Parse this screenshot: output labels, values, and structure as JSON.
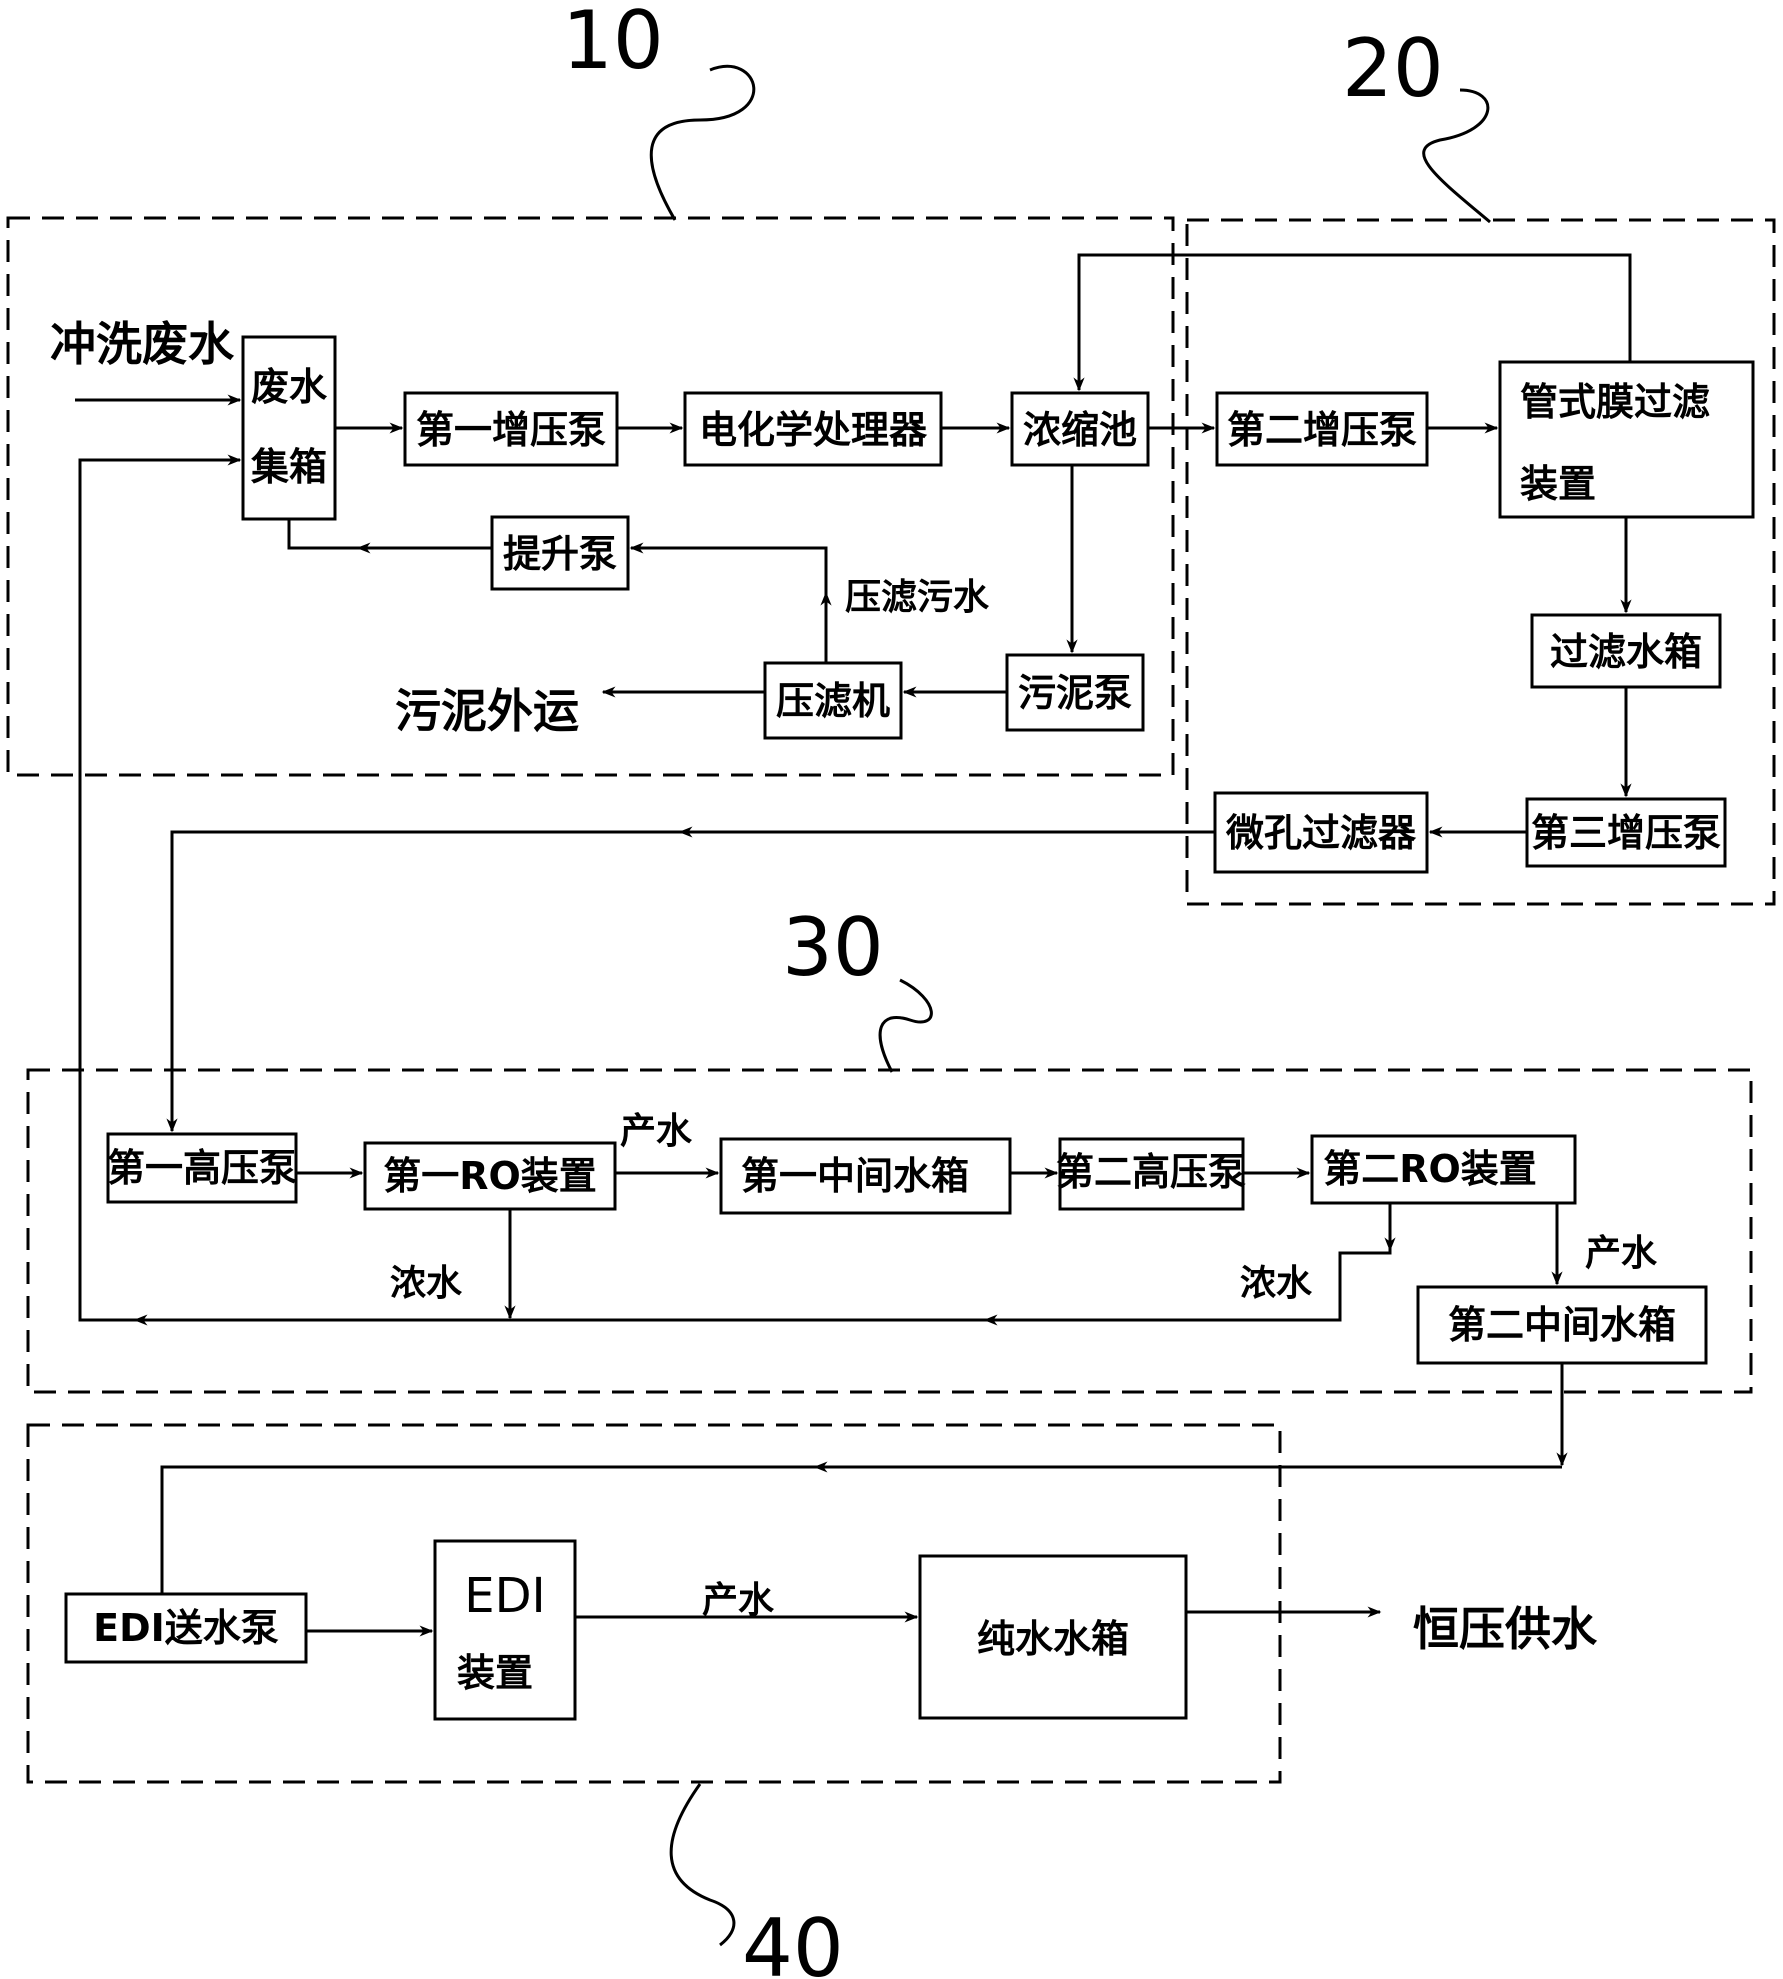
{
  "zones": {
    "z10": "10",
    "z20": "20",
    "z30": "30",
    "z40": "40"
  },
  "nodes": {
    "waste_box_1": "废水",
    "waste_box_2": "集箱",
    "pump1": "第一增压泵",
    "electro": "电化学处理器",
    "conc_tank": "浓缩池",
    "lift_pump": "提升泵",
    "sludge_pump": "污泥泵",
    "filter_press": "压滤机",
    "pump2": "第二增压泵",
    "tube_membrane_1": "管式膜过滤",
    "tube_membrane_2": "装置",
    "filter_tank": "过滤水箱",
    "pump3": "第三增压泵",
    "microfilter": "微孔过滤器",
    "hp1": "第一高压泵",
    "ro1": "第一RO装置",
    "mid1": "第一中间水箱",
    "hp2": "第二高压泵",
    "ro2": "第二RO装置",
    "mid2": "第二中间水箱",
    "edi_pump": "EDI送水泵",
    "edi_1": "EDI",
    "edi_2": "装置",
    "pure_tank": "纯水水箱"
  },
  "labels": {
    "flush_water": "冲洗废水",
    "sludge_out": "污泥外运",
    "press_water": "压滤污水",
    "product_1": "产水",
    "conc_1": "浓水",
    "conc_2": "浓水",
    "product_2": "产水",
    "product_3": "产水",
    "const_supply": "恒压供水"
  }
}
